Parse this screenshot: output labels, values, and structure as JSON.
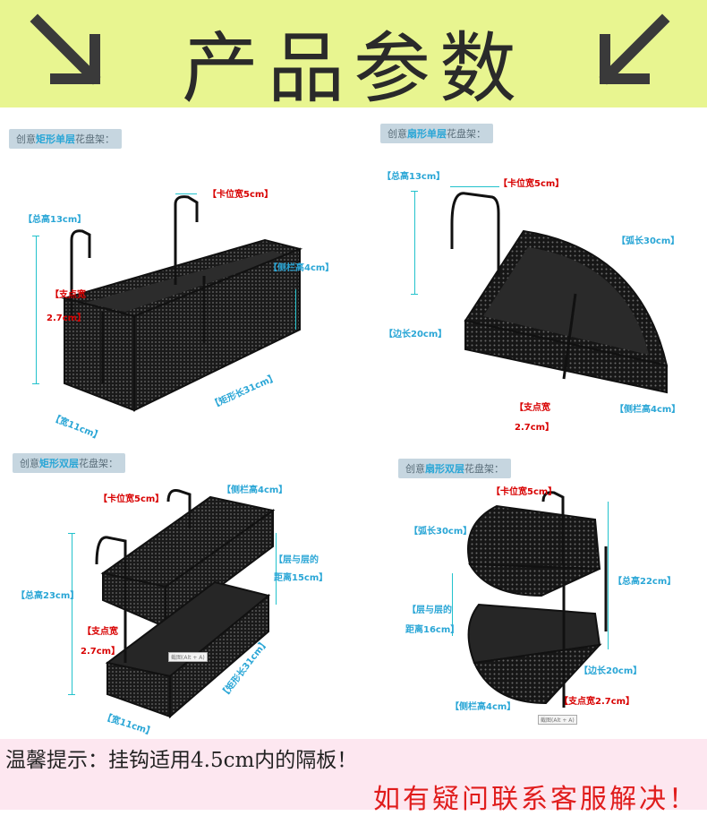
{
  "banner": {
    "title": "产品参数",
    "left_arrow": "↘",
    "right_arrow": "↙"
  },
  "panels": [
    {
      "tag_prefix": "创意",
      "tag_highlight": "矩形单层",
      "tag_suffix": "花盘架：",
      "labels": {
        "total_height": "【总高13cm】",
        "clip_width": "【卡位宽5cm】",
        "side_rail": "【侧栏高4cm】",
        "support_width_a": "【支点宽",
        "support_width_b": "2.7cm】",
        "width": "【宽11cm】",
        "length": "【矩形长31cm】"
      }
    },
    {
      "tag_prefix": "创意",
      "tag_highlight": "扇形单层",
      "tag_suffix": "花盘架：",
      "labels": {
        "total_height": "【总高13cm】",
        "clip_width": "【卡位宽5cm】",
        "arc_length": "【弧长30cm】",
        "edge_length": "【边长20cm】",
        "support_width_a": "【支点宽",
        "support_width_b": "2.7cm】",
        "side_rail": "【侧栏高4cm】"
      }
    },
    {
      "tag_prefix": "创意",
      "tag_highlight": "矩形双层",
      "tag_suffix": "花盘架：",
      "labels": {
        "clip_width": "【卡位宽5cm】",
        "side_rail": "【侧栏高4cm】",
        "layer_gap_a": "【层与层的",
        "layer_gap_b": "距离15cm】",
        "total_height": "【总高23cm】",
        "support_width_a": "【支点宽",
        "support_width_b": "2.7cm】",
        "length": "【矩形长31cm】",
        "width": "【宽11cm】",
        "screenshot_chip": "截图(Alt + A)"
      }
    },
    {
      "tag_prefix": "创意",
      "tag_highlight": "扇形双层",
      "tag_suffix": "花盘架：",
      "labels": {
        "clip_width": "【卡位宽5cm】",
        "arc_length": "【弧长30cm】",
        "total_height": "【总高22cm】",
        "layer_gap_a": "【层与层的",
        "layer_gap_b": "距离16cm】",
        "edge_length": "【边长20cm】",
        "side_rail": "【侧栏高4cm】",
        "support_width": "【支点宽2.7cm】",
        "screenshot_chip": "截图(Alt + A)"
      }
    }
  ],
  "footer": {
    "tip": "温馨提示：挂钩适用4.5cm内的隔板！",
    "contact": "如有疑问联系客服解决！"
  },
  "colors": {
    "banner_bg": "#e8f590",
    "label_cyan": "#2aa6d6",
    "label_red": "#d80000",
    "footer_bg": "#fde7f0",
    "contact_red": "#e01c1c"
  }
}
